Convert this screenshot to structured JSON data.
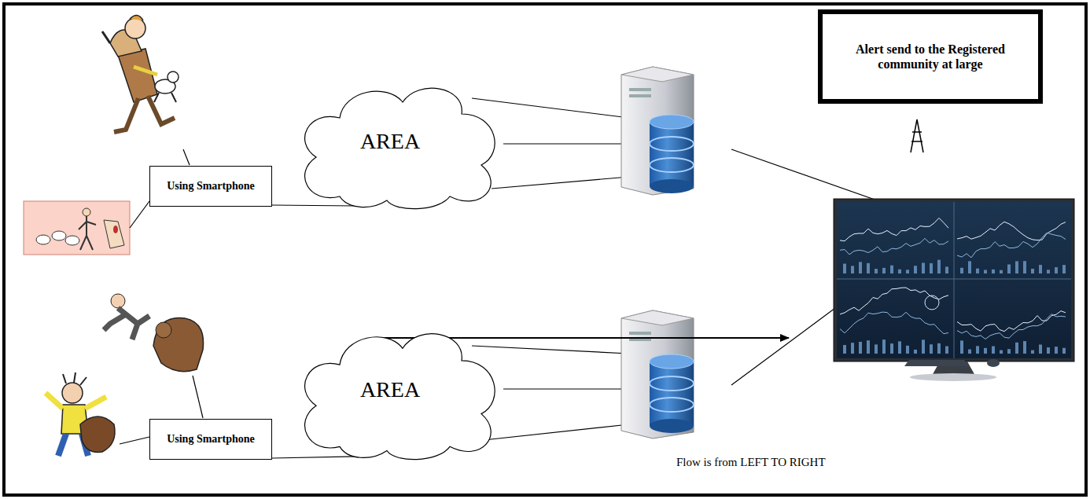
{
  "diagram": {
    "nodes": [
      {
        "text": [
          "Using Smartphone"
        ]
      },
      {
        "text": [
          "AREA"
        ]
      },
      {
        "text": [
          "Alert send to the Registered community at large"
        ]
      },
      {
        "text": [
          "Using Smartphone"
        ]
      },
      {
        "text": [
          "AREA"
        ]
      }
    ],
    "edges": [
      {
        "from": 0,
        "to": 1,
        "arrow": "none"
      },
      {
        "from": 3,
        "to": 4,
        "arrow": "none"
      }
    ],
    "labels": [
      "Flow is from LEFT TO RIGHT"
    ]
  }
}
